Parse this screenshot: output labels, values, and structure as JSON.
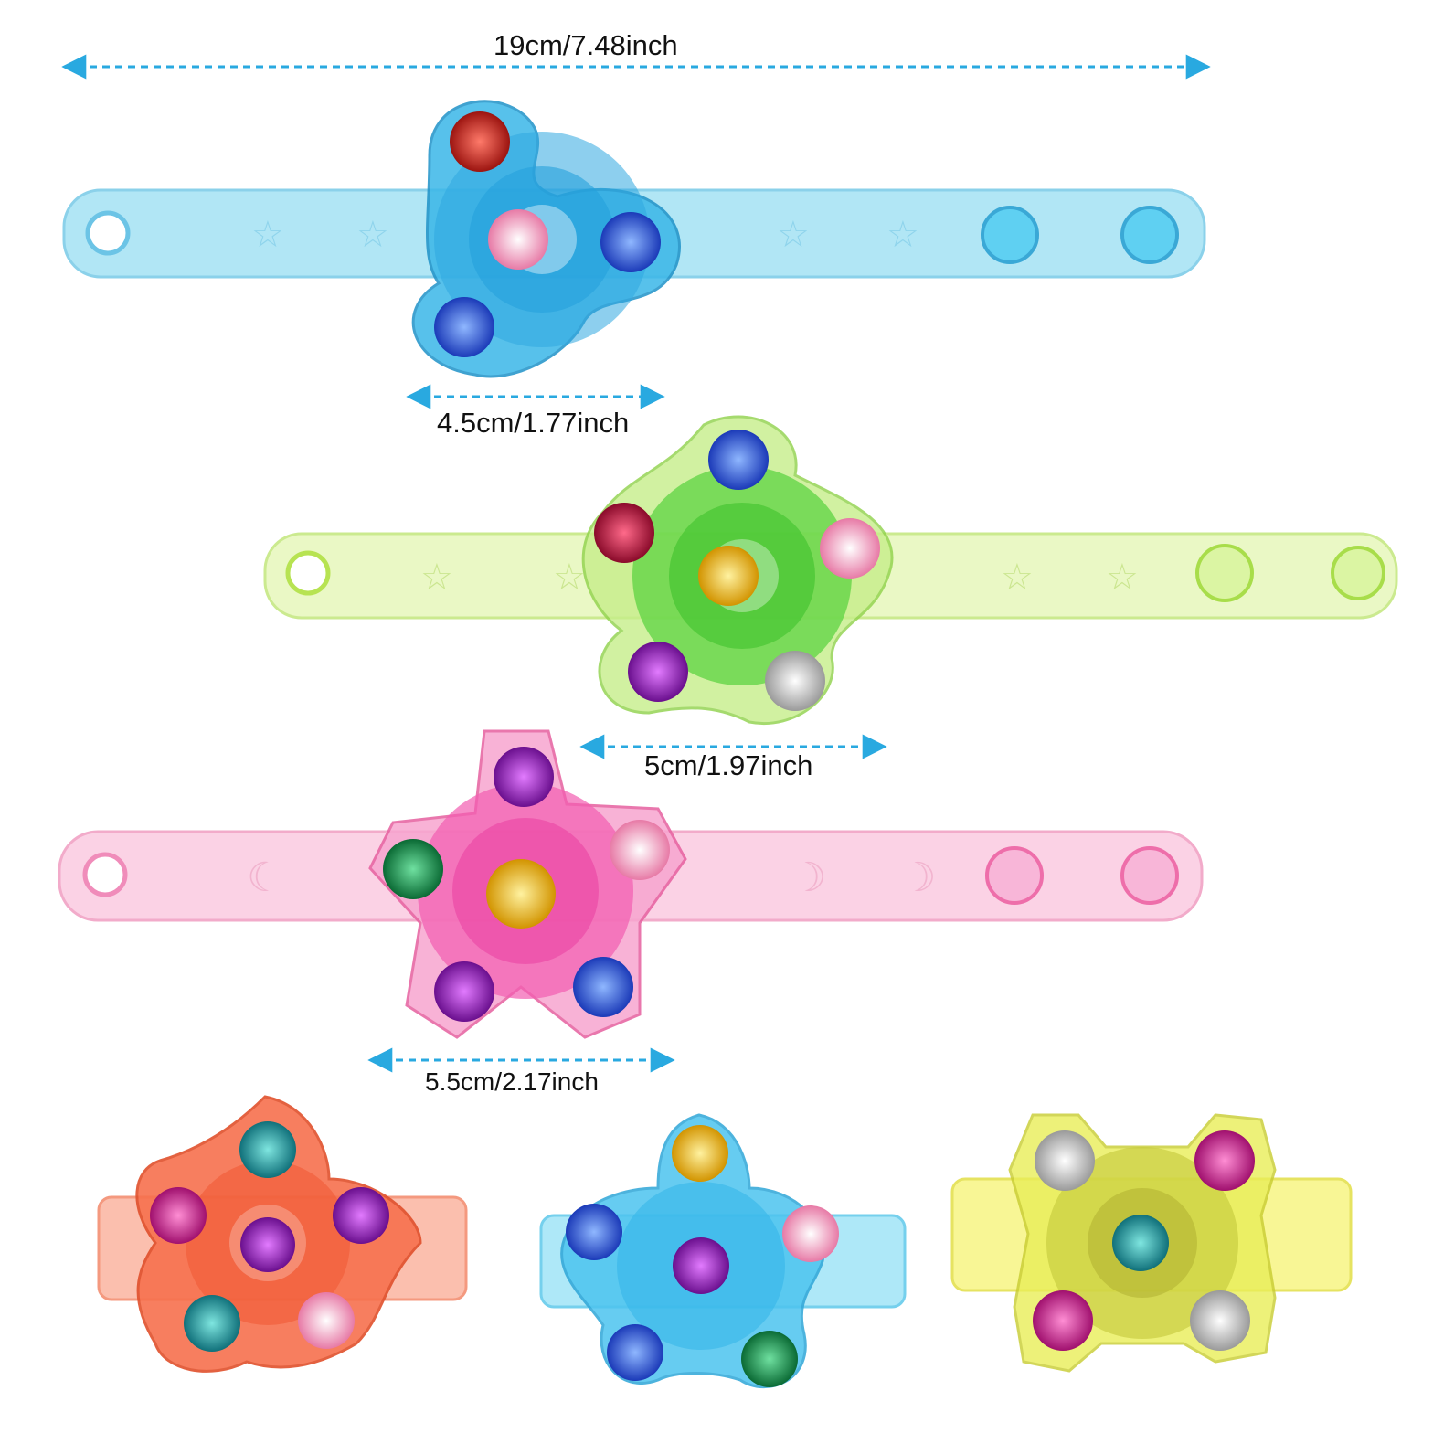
{
  "measurements": {
    "total_length": "19cm/7.48inch",
    "spinner_small": "4.5cm/1.77inch",
    "spinner_medium": "5cm/1.97inch",
    "spinner_large": "5.5cm/2.17inch"
  },
  "colors": {
    "arrow": "#29a9e0",
    "blue_band": "#a9e4f5",
    "blue_spinner": "#3ab7e8",
    "green_band": "#e9f8c2",
    "green_spinner": "#55d23c",
    "pink_band": "#fbd0e4",
    "pink_spinner": "#f25cb0",
    "orange_spinner": "#f7714e",
    "cyan_spinner": "#4cc4ef",
    "yellow_spinner": "#e9ee58"
  }
}
